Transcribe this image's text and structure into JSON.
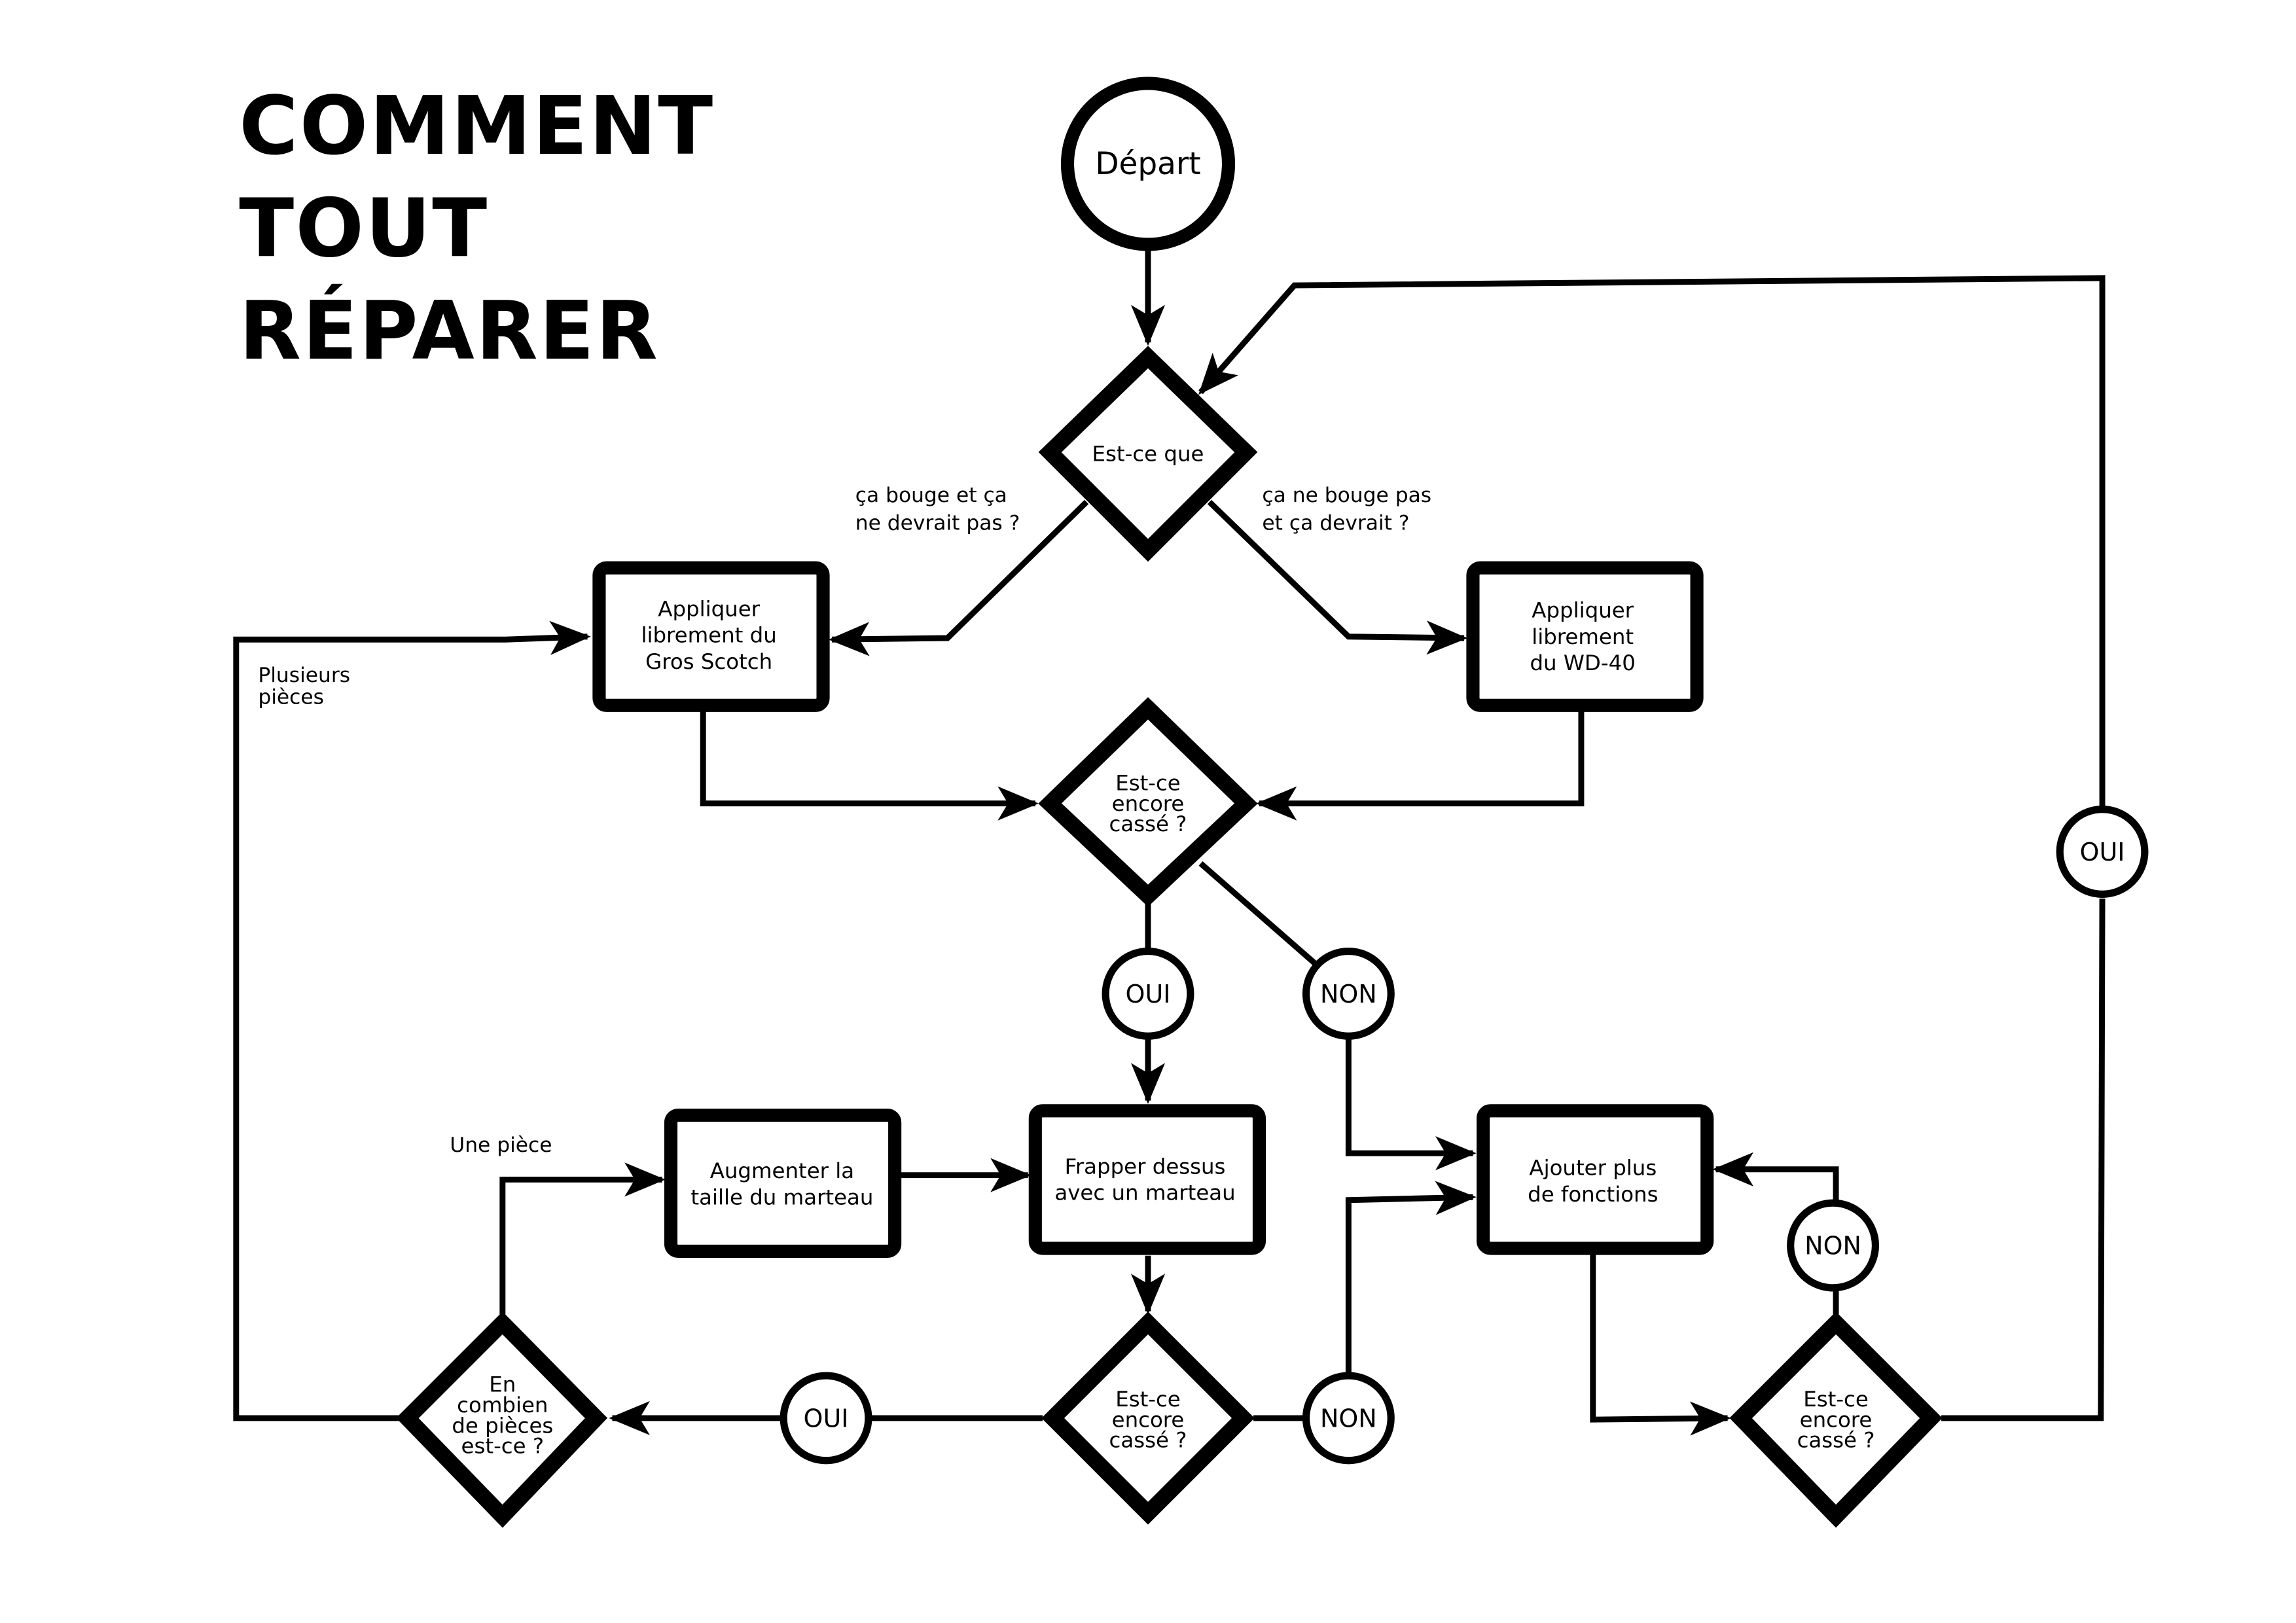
{
  "title": {
    "lines": [
      "COMMENT",
      "TOUT",
      "RÉPARER"
    ]
  },
  "colors": {
    "ink": "#000000",
    "background": "#ffffff"
  },
  "nodes": {
    "start": {
      "label": "Départ"
    },
    "decision_moves": {
      "lines": [
        "Est-ce que"
      ]
    },
    "box_duct_tape": {
      "lines": [
        "Appliquer",
        "librement du",
        "Gros Scotch"
      ]
    },
    "box_wd40": {
      "lines": [
        "Appliquer",
        "librement",
        "du WD-40"
      ]
    },
    "decision_still_broken_1": {
      "lines": [
        "Est-ce",
        "encore",
        "cassé ?"
      ]
    },
    "box_bigger_hammer": {
      "lines": [
        "Augmenter la",
        "taille du marteau"
      ]
    },
    "box_hit_hammer": {
      "lines": [
        "Frapper dessus",
        "avec un marteau"
      ]
    },
    "box_add_features": {
      "lines": [
        "Ajouter plus",
        "de fonctions"
      ]
    },
    "decision_still_broken_2": {
      "lines": [
        "Est-ce",
        "encore",
        "cassé ?"
      ]
    },
    "decision_how_many_pieces": {
      "lines": [
        "En",
        "combien",
        "de pièces",
        "est-ce ?"
      ]
    },
    "decision_still_broken_3": {
      "lines": [
        "Est-ce",
        "encore",
        "cassé ?"
      ]
    }
  },
  "answers": {
    "oui_1": "OUI",
    "non_1": "NON",
    "oui_2": "OUI",
    "non_2": "NON",
    "non_3": "NON",
    "oui_3": "OUI"
  },
  "edge_labels": {
    "moves_shouldnt": [
      "ça bouge et ça",
      "ne devrait pas ?"
    ],
    "doesnt_move_should": [
      "ça ne bouge pas",
      "et ça devrait ?"
    ],
    "several_pieces": [
      "Plusieurs",
      "pièces"
    ],
    "one_piece": "Une pièce"
  }
}
